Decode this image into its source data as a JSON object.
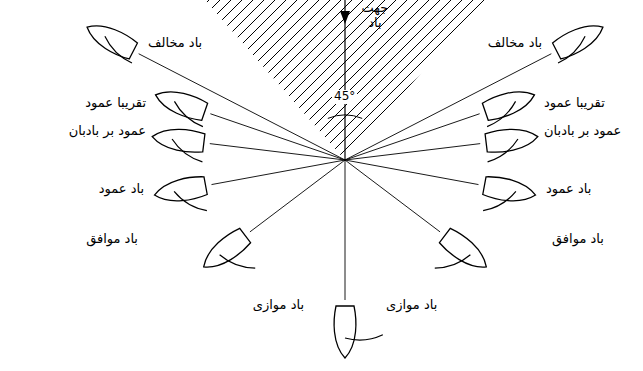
{
  "diagram": {
    "labels": [
      "جهت باد",
      "باد مخالف",
      "باد مخالف",
      "45°",
      "تقریبا عمود",
      "تقریبا عمود",
      "عمود بر بادبان",
      "عمود بر بادبان",
      "باد عمود",
      "باد عمود",
      "باد موافق",
      "باد موافق",
      "باد موازی",
      "باد موازی"
    ]
  }
}
